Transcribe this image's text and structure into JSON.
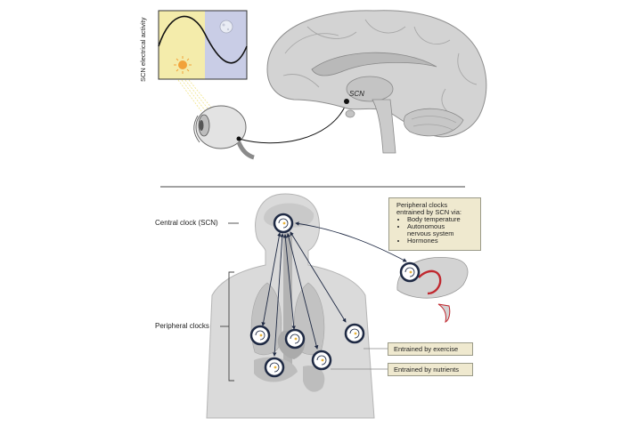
{
  "graph": {
    "ylabel": "SCN electrical activity"
  },
  "brain": {
    "scn_label": "SCN"
  },
  "body": {
    "central_clock_label": "Central clock (SCN)",
    "peripheral_clocks_label": "Peripheral clocks"
  },
  "info_box": {
    "heading": "Peripheral clocks entrained by SCN via:",
    "heading_line1": "Peripheral clocks",
    "heading_line2": "entrained by SCN via:",
    "items": [
      "Body temperature",
      "Autonomous nervous system",
      "Hormones"
    ]
  },
  "exercise_label": "Entrained by exercise",
  "nutrients_label": "Entrained by nutrients",
  "colors": {
    "day_panel": "#f4ecab",
    "night_panel": "#c9cde6",
    "tissue": "#cfcfcf",
    "clock_ring": "#1f2a44",
    "liver_vessel": "#c0282f",
    "box_fill": "#efe9cf"
  }
}
